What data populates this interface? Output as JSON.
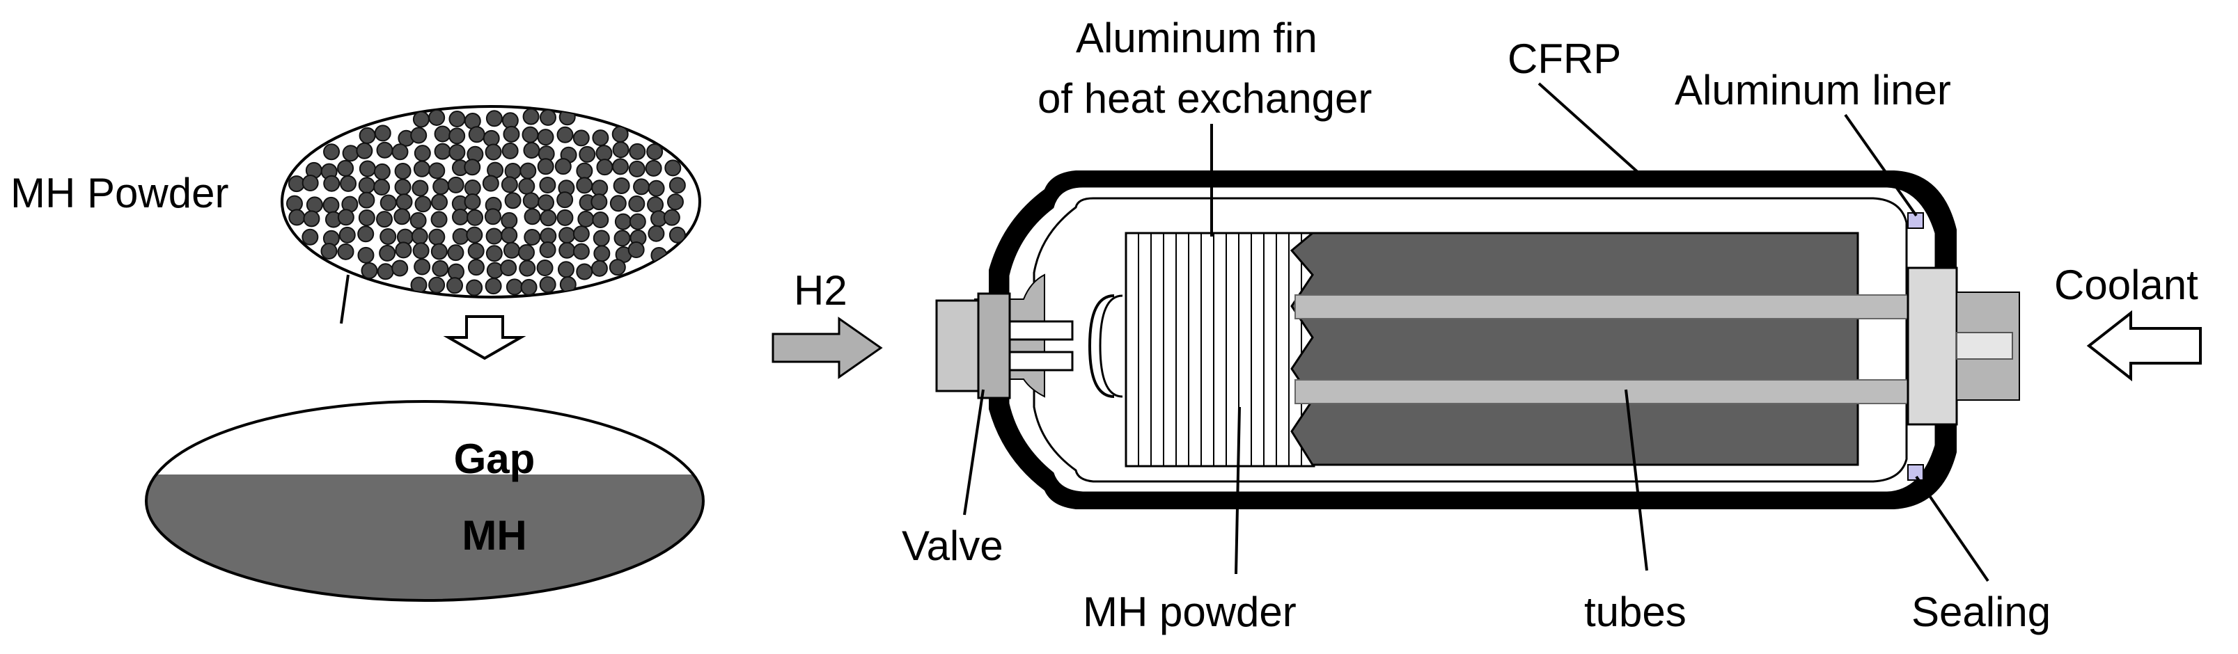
{
  "labels": {
    "mh_powder_left": "MH Powder",
    "gap": "Gap",
    "mh": "MH",
    "h2": "H2",
    "fin_line1": "Aluminum fin",
    "fin_line2": "of heat exchanger",
    "cfrp": "CFRP",
    "aluminum_liner": "Aluminum liner",
    "coolant": "Coolant",
    "valve": "Valve",
    "mh_powder_bottom": "MH powder",
    "tubes": "tubes",
    "sealing": "Sealing"
  },
  "colors": {
    "shell": "#000000",
    "mh_fill": "#6b6b6b",
    "block": "#5f5f5f",
    "tube": "#bdbdbd",
    "valve": "#c8c8c8",
    "seal": "#c7c3ee",
    "particle": "#4a4a4a"
  }
}
